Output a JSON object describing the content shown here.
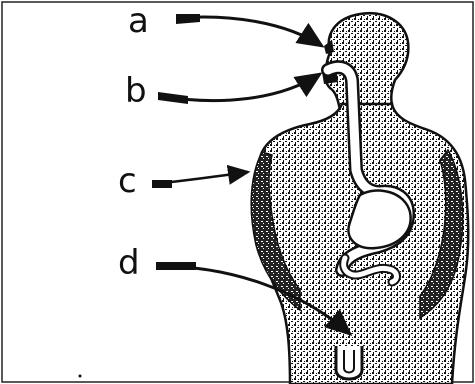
{
  "labels": {
    "a": "a",
    "b": "b",
    "c": "c",
    "d": "d"
  },
  "colors": {
    "ink": "#111111",
    "paper": "#ffffff"
  }
}
